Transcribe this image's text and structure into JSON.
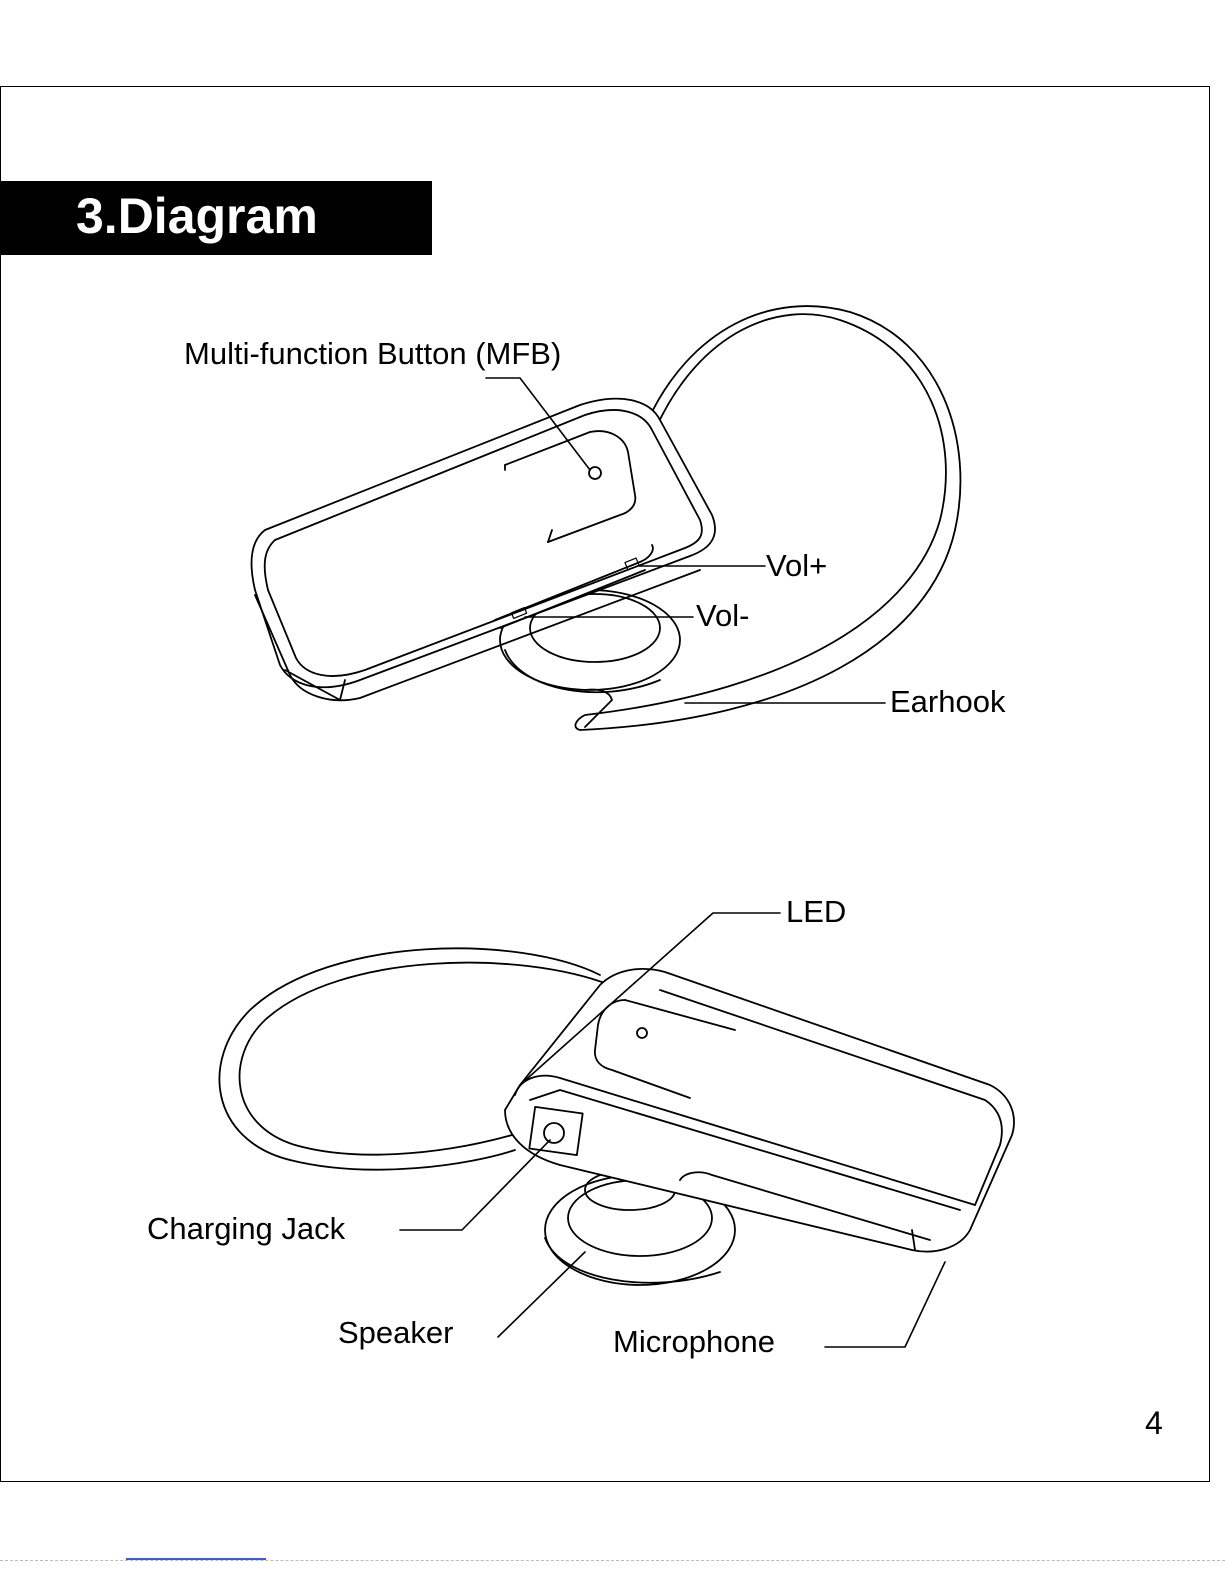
{
  "section": {
    "title": "3.Diagram"
  },
  "figure_top": {
    "labels": {
      "mfb": "Multi-function Button (MFB)",
      "vol_plus": "Vol+",
      "vol_minus": "Vol-",
      "earhook": "Earhook"
    }
  },
  "figure_bottom": {
    "labels": {
      "led": "LED",
      "charging_jack": "Charging Jack",
      "speaker": "Speaker",
      "microphone": "Microphone"
    }
  },
  "footer": {
    "page_number": "4"
  }
}
